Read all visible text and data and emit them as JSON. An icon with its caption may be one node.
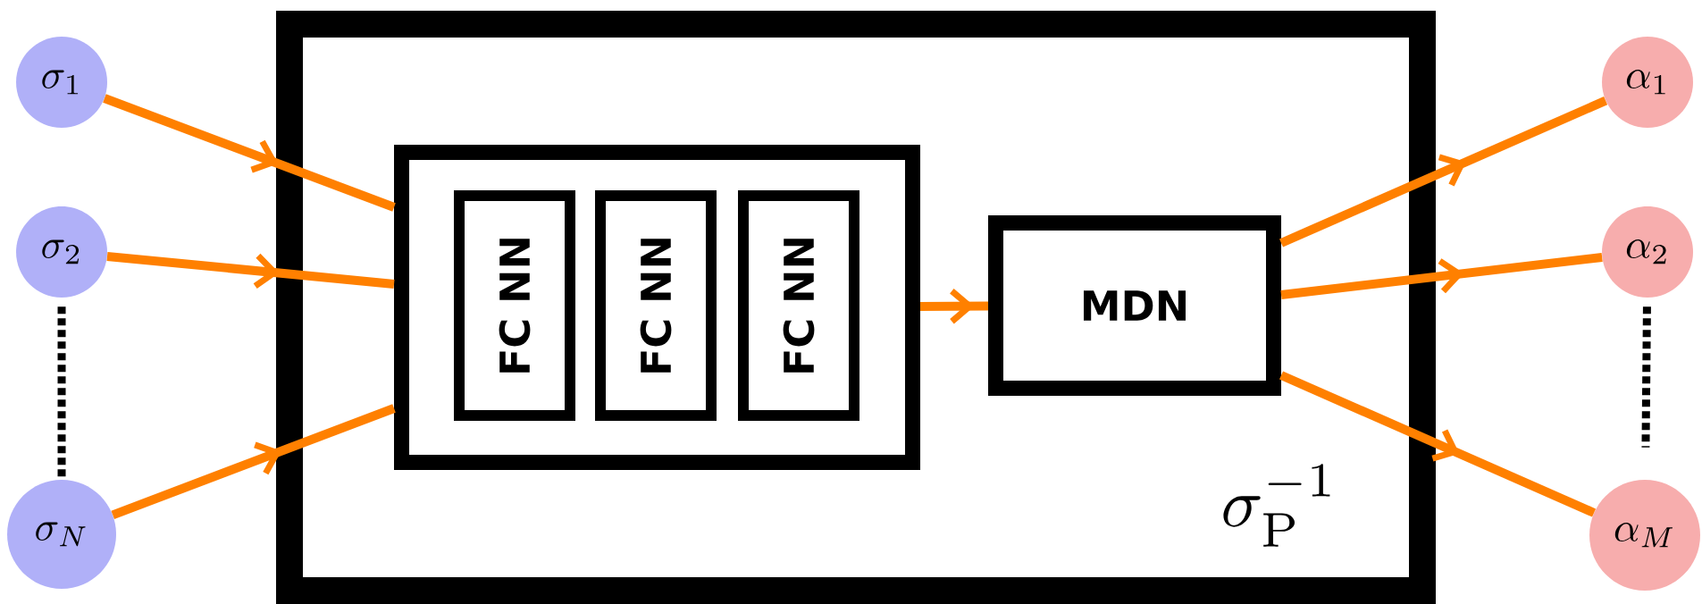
{
  "diagram": {
    "nodes": [
      {
        "text": [
          "\\sigma_1"
        ]
      },
      {
        "text": [
          "\\sigma_2"
        ]
      },
      {
        "text": [
          "\\sigma_N"
        ]
      },
      {
        "text": [
          "\\sigma_{\\mathrm{P}}^{-1}"
        ]
      },
      {
        "text": [],
        "shape": "box",
        "in": 3
      },
      {
        "text": [
          "FC NN"
        ],
        "in": 4
      },
      {
        "text": [
          "FC NN"
        ],
        "in": 4
      },
      {
        "text": [
          "FC NN"
        ],
        "in": 4
      },
      {
        "text": [
          "MDN"
        ],
        "in": 3
      },
      {
        "text": [
          "\\alpha_1"
        ]
      },
      {
        "text": [
          "\\alpha_2"
        ]
      },
      {
        "text": [
          "\\alpha_M"
        ]
      }
    ],
    "edges": [
      {
        "from": 0,
        "to": 4,
        "arrow": "to"
      },
      {
        "from": 1,
        "to": 4,
        "arrow": "to"
      },
      {
        "from": 2,
        "to": 4,
        "arrow": "to"
      },
      {
        "from": 4,
        "to": 8,
        "arrow": "to"
      },
      {
        "from": 8,
        "to": 9,
        "arrow": "to"
      },
      {
        "from": 8,
        "to": 10,
        "arrow": "to"
      },
      {
        "from": 8,
        "to": 11,
        "arrow": "to"
      },
      {
        "from": 1,
        "to": 2,
        "arrow": "none",
        "style": "dashed",
        "color": "#000000"
      },
      {
        "from": 10,
        "to": 11,
        "arrow": "none",
        "style": "dashed",
        "color": "#000000"
      }
    ]
  }
}
